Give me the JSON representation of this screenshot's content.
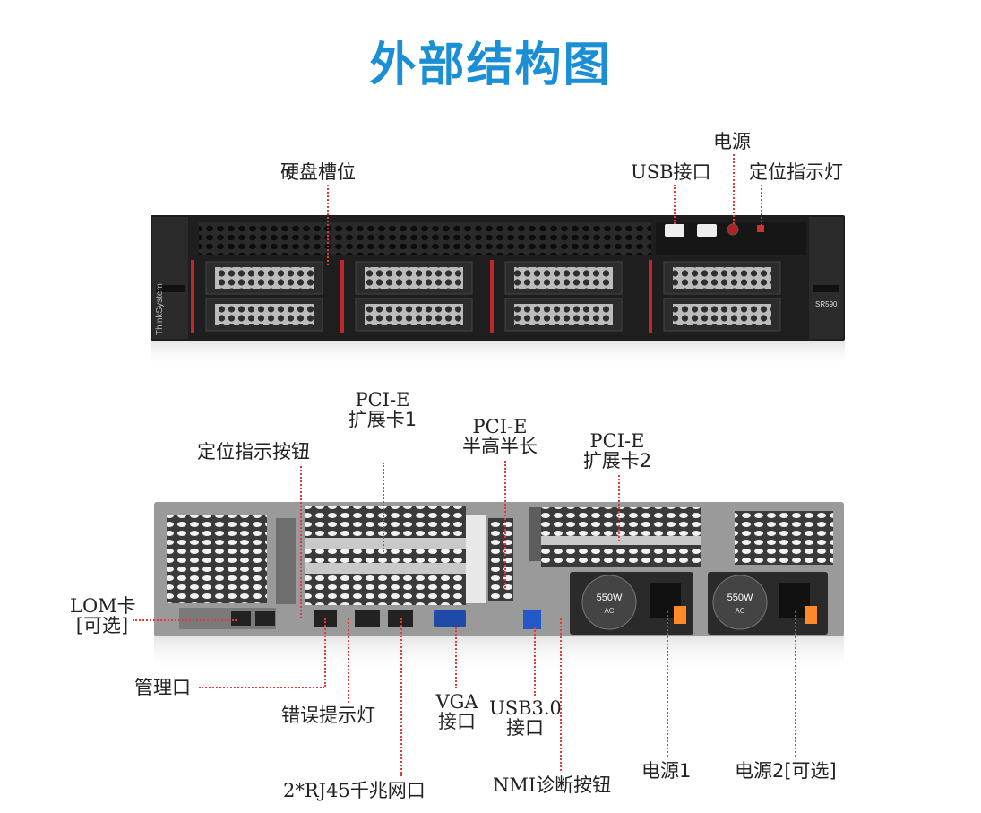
{
  "title": "外部结构图",
  "front": {
    "brand": "ThinkSystem",
    "model": "SR590",
    "labels": {
      "drive_bays": "硬盘槽位",
      "usb": "USB接口",
      "power": "电源",
      "locator_led": "定位指示灯"
    }
  },
  "rear": {
    "psu_rating": "550W",
    "psu_type": "AC",
    "labels": {
      "pcie1_line1": "PCI-E",
      "pcie1_line2": "扩展卡1",
      "pcie_half_line1": "PCI-E",
      "pcie_half_line2": "半高半长",
      "pcie2_line1": "PCI-E",
      "pcie2_line2": "扩展卡2",
      "locator_button": "定位指示按钮",
      "lom_line1": "LOM卡",
      "lom_line2": "[可选]",
      "mgmt_port": "管理口",
      "error_led": "错误提示灯",
      "rj45": "2*RJ45千兆网口",
      "vga_line1": "VGA",
      "vga_line2": "接口",
      "usb3_line1": "USB3.0",
      "usb3_line2": "接口",
      "nmi": "NMI诊断按钮",
      "psu1": "电源1",
      "psu2": "电源2[可选]"
    }
  },
  "colors": {
    "title": "#1a8fd6",
    "leader": "#e23a3a",
    "chassis": "#1e1e1e",
    "accent_red": "#c0262b"
  }
}
